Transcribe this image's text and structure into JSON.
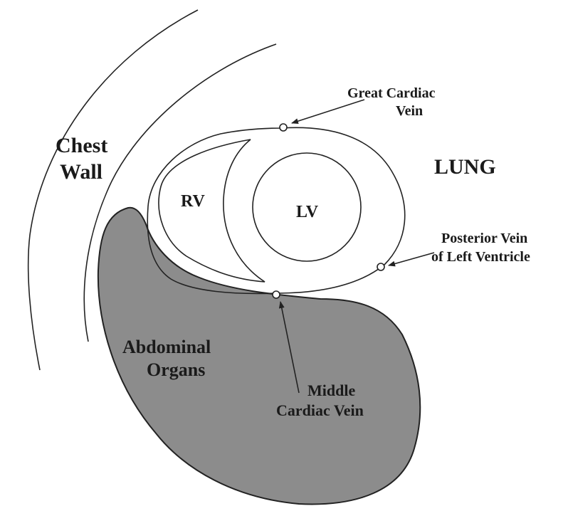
{
  "colors": {
    "background": "#ffffff",
    "line": "#222222",
    "abdomen_fill": "#8c8c8c",
    "text": "#1a1a1a"
  },
  "labels": {
    "chest_wall_line1": "Chest",
    "chest_wall_line2": "Wall",
    "lung": "LUNG",
    "rv": "RV",
    "lv": "LV",
    "great_cardiac_line1": "Great Cardiac",
    "great_cardiac_line2": "Vein",
    "posterior_vein_line1": "Posterior Vein",
    "posterior_vein_line2": "of Left Ventricle",
    "abdominal_line1": "Abdominal",
    "abdominal_line2": "Organs",
    "middle_cardiac_line1": "Middle",
    "middle_cardiac_line2": "Cardiac Vein"
  }
}
